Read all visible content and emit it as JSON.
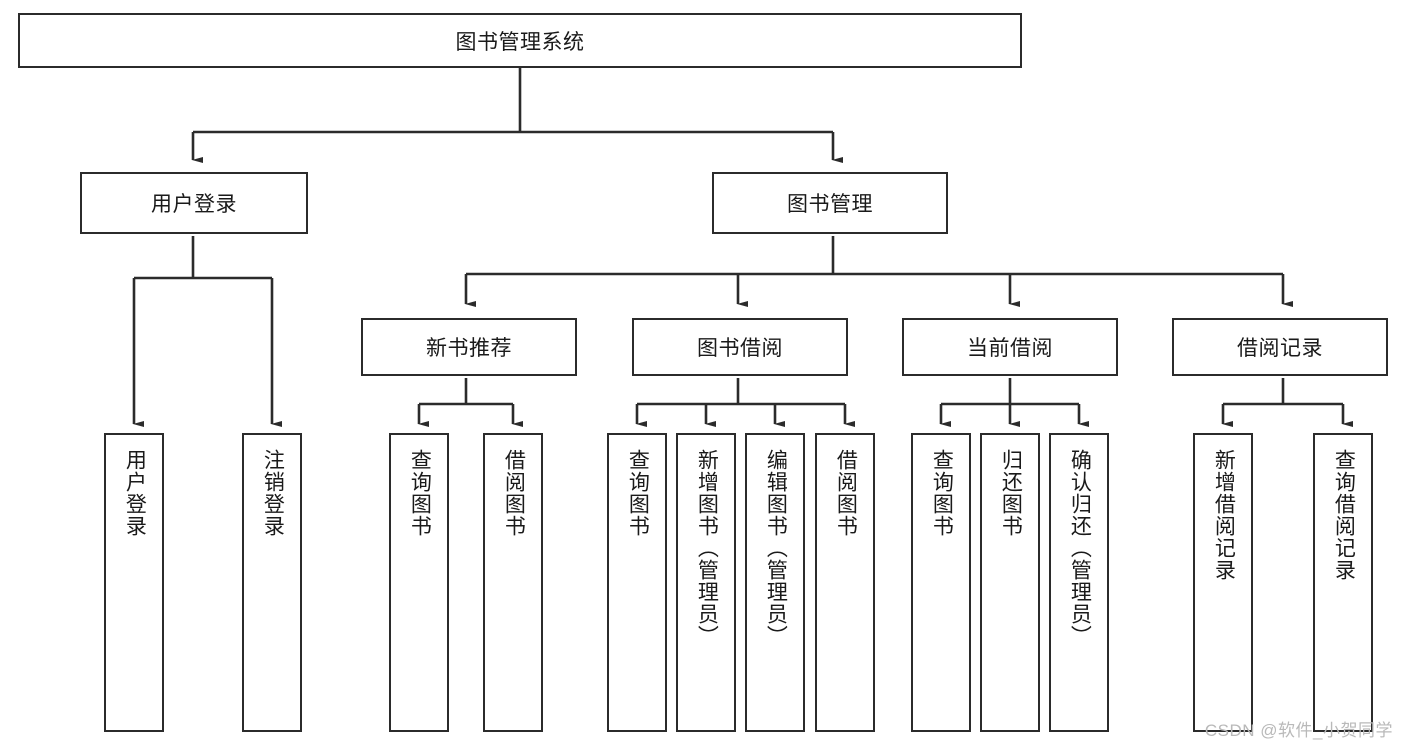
{
  "diagram": {
    "title": "图书管理系统",
    "type": "tree",
    "root": {
      "label": "图书管理系统"
    },
    "level1": [
      {
        "label": "用户登录"
      },
      {
        "label": "图书管理"
      }
    ],
    "level2": [
      {
        "label": "新书推荐"
      },
      {
        "label": "图书借阅"
      },
      {
        "label": "当前借阅"
      },
      {
        "label": "借阅记录"
      }
    ],
    "leaves": {
      "user_login": [
        {
          "label": "用户登录"
        },
        {
          "label": "注销登录"
        }
      ],
      "new_book_recommend": [
        {
          "label": "查询图书"
        },
        {
          "label": "借阅图书"
        }
      ],
      "book_borrow": [
        {
          "label": "查询图书"
        },
        {
          "label": "新增图书（管理员）"
        },
        {
          "label": "编辑图书（管理员）"
        },
        {
          "label": "借阅图书"
        }
      ],
      "current_borrow": [
        {
          "label": "查询图书"
        },
        {
          "label": "归还图书"
        },
        {
          "label": "确认归还（管理员）"
        }
      ],
      "borrow_record": [
        {
          "label": "新增借阅记录"
        },
        {
          "label": "查询借阅记录"
        }
      ]
    }
  },
  "watermark": {
    "text": "CSDN @软件_小贺同学"
  },
  "colors": {
    "stroke": "#2b2b2b",
    "fill": "#ffffff",
    "text": "#1a1a1a",
    "watermark": "#b9b9b9"
  }
}
